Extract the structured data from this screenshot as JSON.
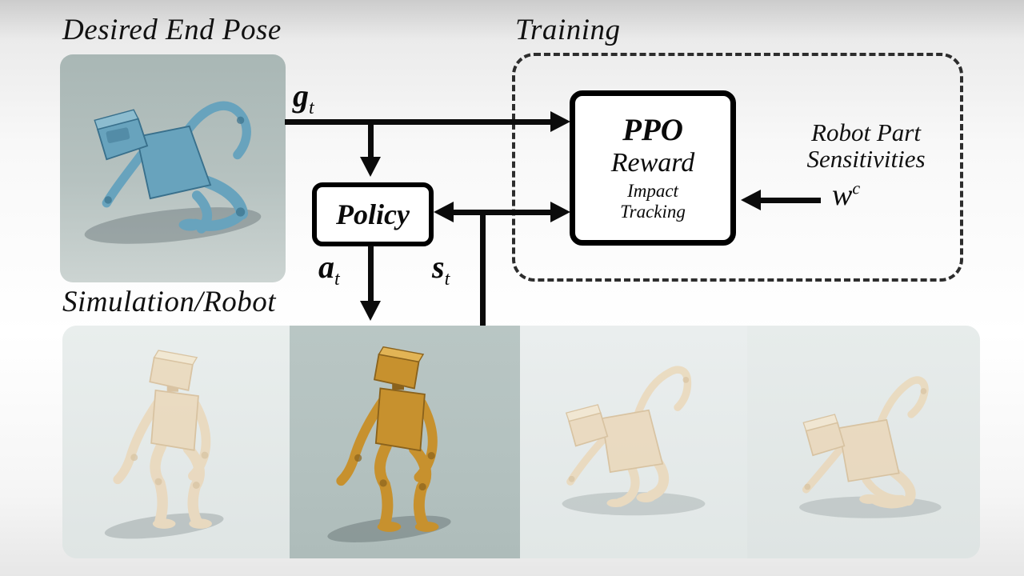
{
  "labels": {
    "desired_end_pose": "Desired End Pose",
    "training": "Training",
    "simulation_robot": "Simulation/Robot"
  },
  "ppo_box": {
    "title": "PPO",
    "line1": "Reward",
    "line2": "Impact",
    "line3": "Tracking"
  },
  "policy_box": {
    "title": "Policy"
  },
  "sensitivities": {
    "line1": "Robot Part",
    "line2": "Sensitivities"
  },
  "math": {
    "goal": {
      "base": "g",
      "sub": "t"
    },
    "action": {
      "base": "a",
      "sub": "t"
    },
    "state": {
      "base": "s",
      "sub": "t"
    },
    "weights": {
      "base": "w",
      "sup": "c"
    }
  },
  "colors": {
    "arrow": "#0b0b0b",
    "desired_pose_bg": "#a9b7b5",
    "desired_robot": "#68a3bd",
    "strip_bg": "#e5eae9",
    "highlight_panel_bg": "#b9c6c4",
    "faded_robot": "#ecd4b0",
    "highlight_robot": "#c7912e"
  }
}
